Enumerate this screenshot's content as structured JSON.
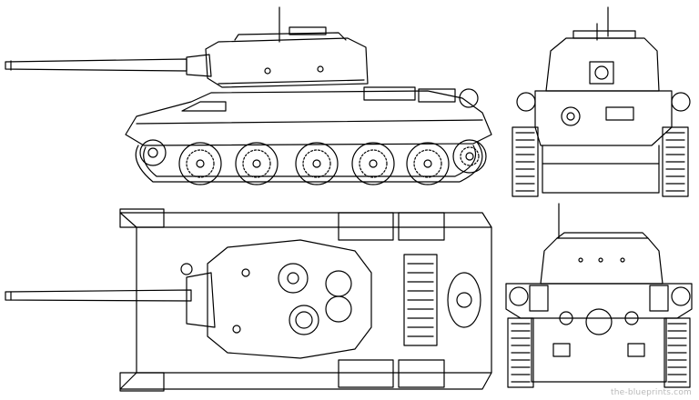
{
  "drawing": {
    "subject": "tank blueprint — four orthographic views",
    "views": [
      "side",
      "front",
      "top",
      "rear"
    ]
  },
  "watermark": "the-blueprints.com"
}
